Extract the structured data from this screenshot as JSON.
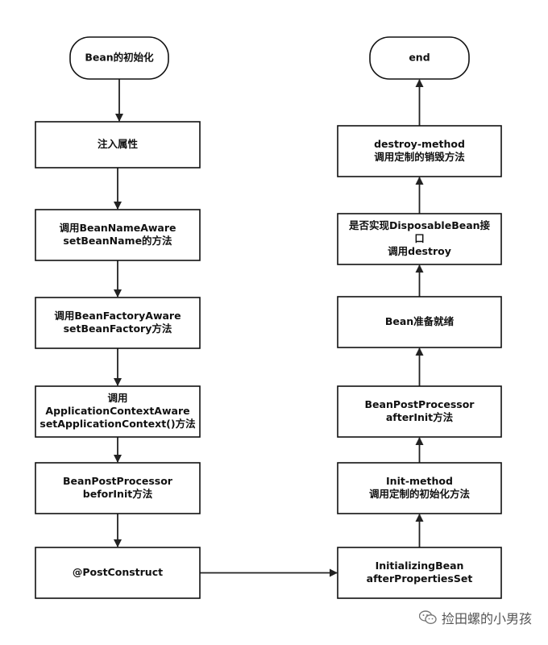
{
  "nodes": [
    {
      "id": "start",
      "lines": [
        "Bean的初始化"
      ],
      "shape": "rounded"
    },
    {
      "id": "inject",
      "lines": [
        "注入属性"
      ],
      "shape": "rect"
    },
    {
      "id": "bnaware",
      "lines": [
        "调用BeanNameAware",
        "setBeanName的方法"
      ],
      "shape": "rect"
    },
    {
      "id": "bfaware",
      "lines": [
        "调用BeanFactoryAware",
        "setBeanFactory方法"
      ],
      "shape": "rect"
    },
    {
      "id": "acaware",
      "lines": [
        "调用",
        "ApplicationContextAware",
        "setApplicationContext()方法"
      ],
      "shape": "rect"
    },
    {
      "id": "bpp_before",
      "lines": [
        "BeanPostProcessor",
        "beforInit方法"
      ],
      "shape": "rect"
    },
    {
      "id": "postconstruct",
      "lines": [
        "@PostConstruct"
      ],
      "shape": "rect"
    },
    {
      "id": "initbean",
      "lines": [
        "InitializingBean",
        "afterPropertiesSet"
      ],
      "shape": "rect"
    },
    {
      "id": "initmethod",
      "lines": [
        "Init-method",
        "调用定制的初始化方法"
      ],
      "shape": "rect"
    },
    {
      "id": "bpp_after",
      "lines": [
        "BeanPostProcessor",
        "afterInit方法"
      ],
      "shape": "rect"
    },
    {
      "id": "ready",
      "lines": [
        "Bean准备就绪"
      ],
      "shape": "rect"
    },
    {
      "id": "disposable",
      "lines": [
        "是否实现DisposableBean接",
        "口",
        "调用destroy"
      ],
      "shape": "rect"
    },
    {
      "id": "destroymethod",
      "lines": [
        "destroy-method",
        "调用定制的销毁方法"
      ],
      "shape": "rect"
    },
    {
      "id": "end",
      "lines": [
        "end"
      ],
      "shape": "rounded"
    }
  ],
  "edges": [
    [
      "start",
      "inject"
    ],
    [
      "inject",
      "bnaware"
    ],
    [
      "bnaware",
      "bfaware"
    ],
    [
      "bfaware",
      "acaware"
    ],
    [
      "acaware",
      "bpp_before"
    ],
    [
      "bpp_before",
      "postconstruct"
    ],
    [
      "postconstruct",
      "initbean"
    ],
    [
      "initbean",
      "initmethod"
    ],
    [
      "initmethod",
      "bpp_after"
    ],
    [
      "bpp_after",
      "ready"
    ],
    [
      "ready",
      "disposable"
    ],
    [
      "disposable",
      "destroymethod"
    ],
    [
      "destroymethod",
      "end"
    ]
  ],
  "watermark": {
    "text": "捡田螺的小男孩",
    "icon": "wechat-icon"
  }
}
